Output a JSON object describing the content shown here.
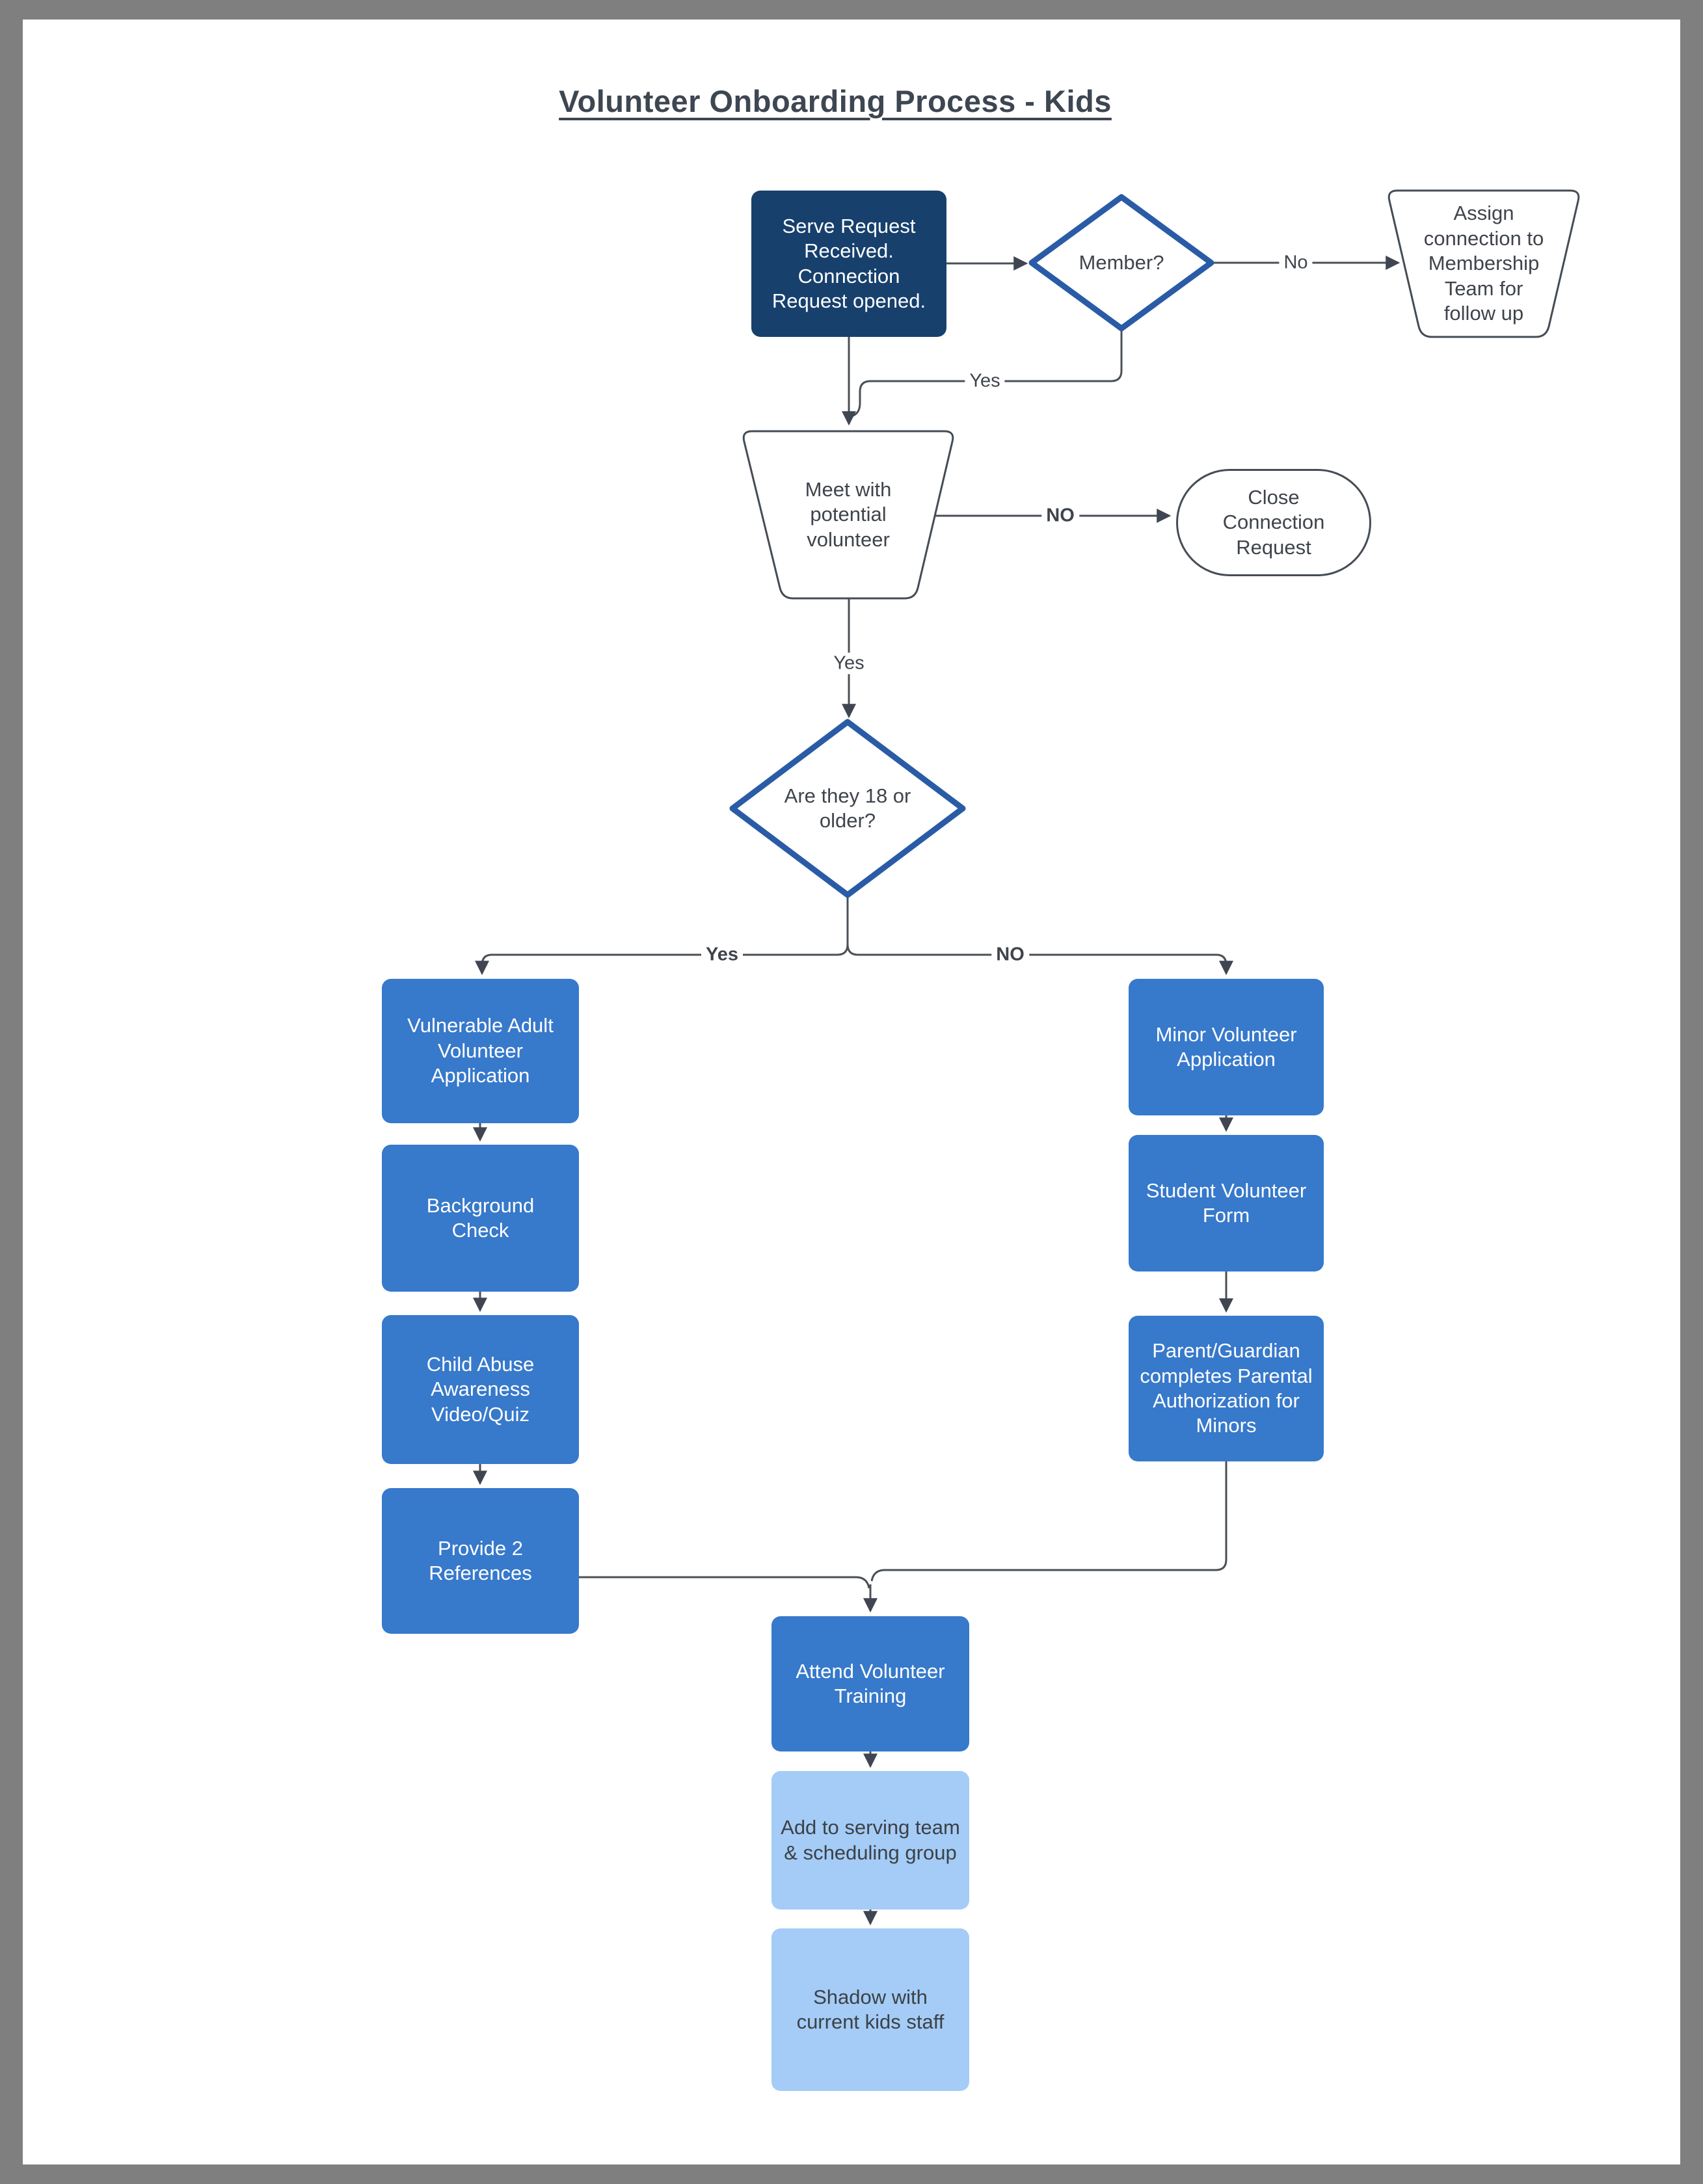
{
  "page": {
    "title": "Volunteer Onboarding Process - Kids",
    "background": "#7f7f7f",
    "canvas": "#ffffff"
  },
  "colors": {
    "dark_navy_box": "#17406D",
    "blue_box": "#3779CB",
    "light_blue_box": "#A4CCF6",
    "decision_border_blue": "#2A5BA6",
    "shape_outline": "#454C55",
    "connector_line": "#4A5056",
    "arrowhead": "#3F4651",
    "dark_text": "#3F444C",
    "white_text": "#FFFFFF"
  },
  "nodes": {
    "serve_request": {
      "label": "Serve Request Received. Connection Request opened.",
      "shape": "rounded-rect",
      "style": "dark-navy"
    },
    "member_decision": {
      "label": "Member?",
      "shape": "diamond",
      "style": "blue-outline"
    },
    "assign_membership": {
      "label": "Assign connection to Membership Team for follow up",
      "shape": "trapezoid",
      "style": "white-outline"
    },
    "meet_volunteer": {
      "label": "Meet with potential volunteer",
      "shape": "trapezoid",
      "style": "white-outline"
    },
    "close_connection": {
      "label": "Close Connection Request",
      "shape": "stadium",
      "style": "white-outline"
    },
    "age_decision": {
      "label": "Are they 18 or older?",
      "shape": "diamond",
      "style": "blue-outline"
    },
    "vulnerable_adult_app": {
      "label": "Vulnerable Adult Volunteer Application",
      "shape": "rounded-rect",
      "style": "blue"
    },
    "background_check": {
      "label": "Background Check",
      "shape": "rounded-rect",
      "style": "blue"
    },
    "child_abuse_quiz": {
      "label": "Child Abuse Awareness Video/Quiz",
      "shape": "rounded-rect",
      "style": "blue"
    },
    "provide_references": {
      "label": "Provide 2 References",
      "shape": "rounded-rect",
      "style": "blue"
    },
    "minor_app": {
      "label": "Minor Volunteer Application",
      "shape": "rounded-rect",
      "style": "blue"
    },
    "student_form": {
      "label": "Student Volunteer Form",
      "shape": "rounded-rect",
      "style": "blue"
    },
    "parental_auth": {
      "label": "Parent/Guardian completes Parental Authorization for Minors",
      "shape": "rounded-rect",
      "style": "blue"
    },
    "attend_training": {
      "label": "Attend Volunteer Training",
      "shape": "rounded-rect",
      "style": "blue"
    },
    "add_serving_team": {
      "label": "Add to serving team & scheduling group",
      "shape": "rounded-rect",
      "style": "light-blue"
    },
    "shadow_staff": {
      "label": "Shadow with current kids staff",
      "shape": "rounded-rect",
      "style": "light-blue"
    }
  },
  "edge_labels": {
    "member_no": "No",
    "member_yes": "Yes",
    "meet_no": "NO",
    "meet_yes": "Yes",
    "age_yes": "Yes",
    "age_no": "NO"
  }
}
